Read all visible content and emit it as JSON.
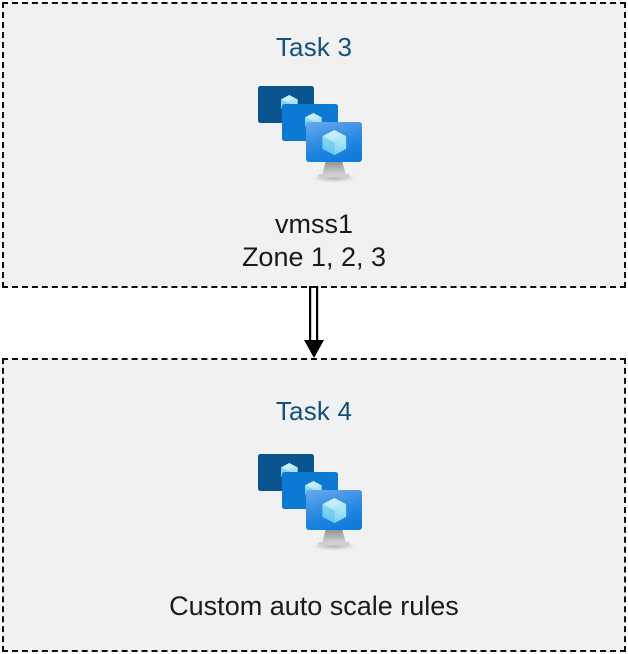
{
  "diagram": {
    "background_color": "#ffffff",
    "box_fill_color": "#f1f1f1",
    "box_border_color": "#0f0f0f",
    "title_color": "#13507e",
    "caption_color": "#1a1a1a",
    "connector": {
      "style": "double-line-arrow",
      "direction": "down",
      "color": "#000000",
      "label": ""
    },
    "boxes": [
      {
        "id": "task3",
        "title": "Task 3",
        "icon": "azure-vm-scale-set-icon",
        "captions": [
          "vmss1",
          "Zone 1, 2, 3"
        ]
      },
      {
        "id": "task4",
        "title": "Task 4",
        "icon": "azure-vm-scale-set-icon",
        "captions": [
          "Custom auto scale rules"
        ]
      }
    ]
  },
  "icon_colors": {
    "back_monitor": "#0a558f",
    "mid_monitor": "#0c79d3",
    "front_monitor_top": "#5fa2ea",
    "front_monitor_bottom": "#127fdd",
    "cube_light": "#c6ecfb",
    "cube_mid": "#8fdcf7",
    "cube_dark": "#4cc3f0",
    "stand": "#a8a8a8"
  }
}
